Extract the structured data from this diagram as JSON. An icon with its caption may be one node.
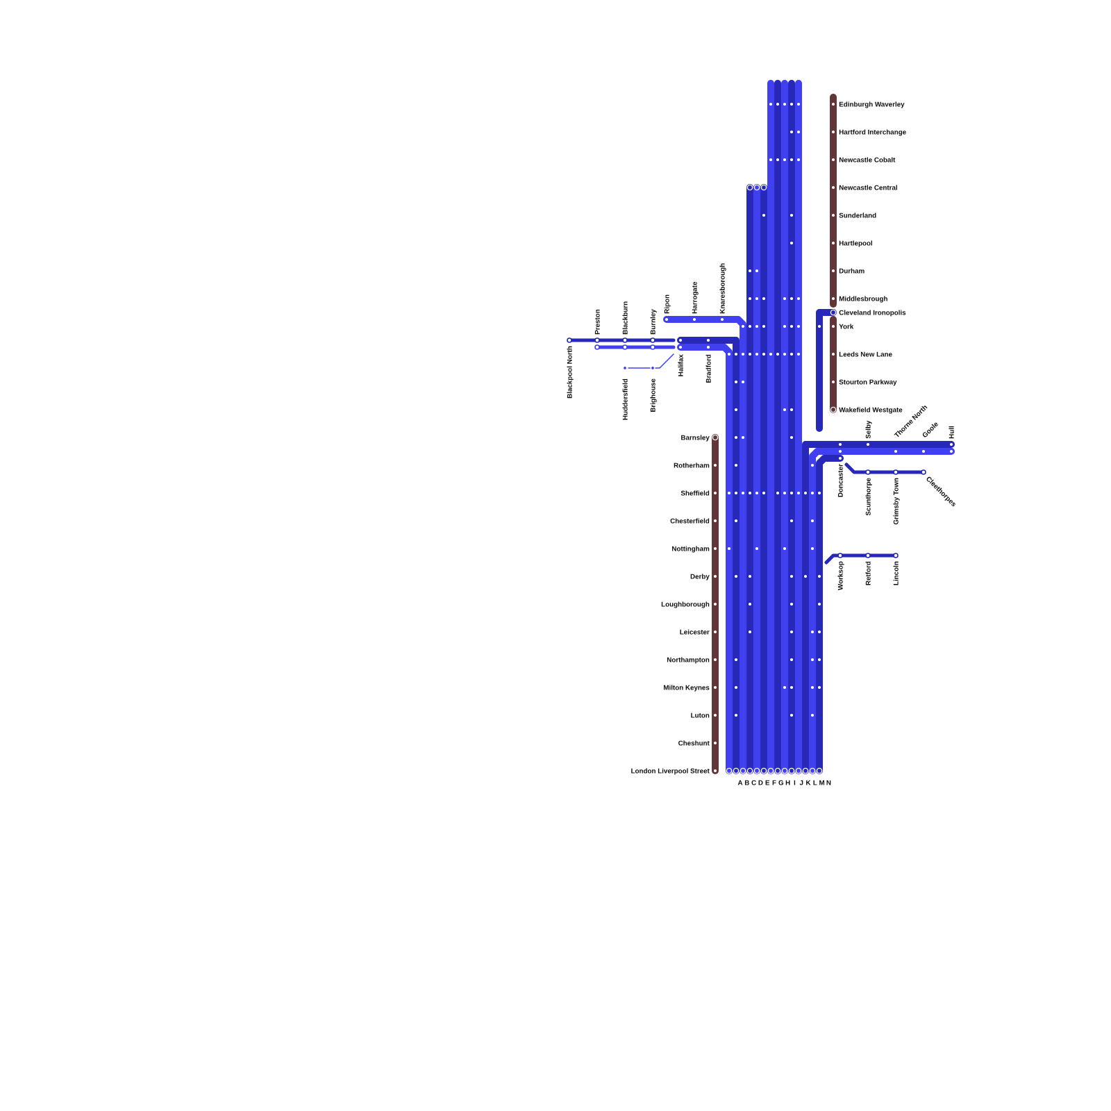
{
  "diagram": {
    "labels": [
      "Edinburgh Waverley",
      "Hartford Interchange",
      "Newcastle Cobalt",
      "Newcastle Central",
      "Sunderland",
      "Hartlepool",
      "Durham",
      "Middlesbrough",
      "Cleveland Ironopolis",
      "York",
      "Leeds New Lane",
      "Stourton Parkway",
      "Wakefield Westgate",
      "Preston",
      "Blackburn",
      "Burnley",
      "Ripon",
      "Harrogate",
      "Knaresborough",
      "Blackpool North",
      "Huddersfield",
      "Brighouse",
      "Halifax",
      "Bradford",
      "Barnsley",
      "Rotherham",
      "Sheffield",
      "Chesterfield",
      "Nottingham",
      "Derby",
      "Loughborough",
      "Leicester",
      "Northampton",
      "Milton Keynes",
      "Luton",
      "Cheshunt",
      "London Liverpool Street",
      "Selby",
      "Thorne North",
      "Goole",
      "Hull",
      "Doncaster",
      "Scunthorpe",
      "Grimsby Town",
      "Cleethorpes",
      "Worksop",
      "Retford",
      "Lincoln",
      "A",
      "B",
      "C",
      "D",
      "E",
      "F",
      "G",
      "H",
      "I",
      "J",
      "K",
      "L",
      "M",
      "N"
    ]
  }
}
